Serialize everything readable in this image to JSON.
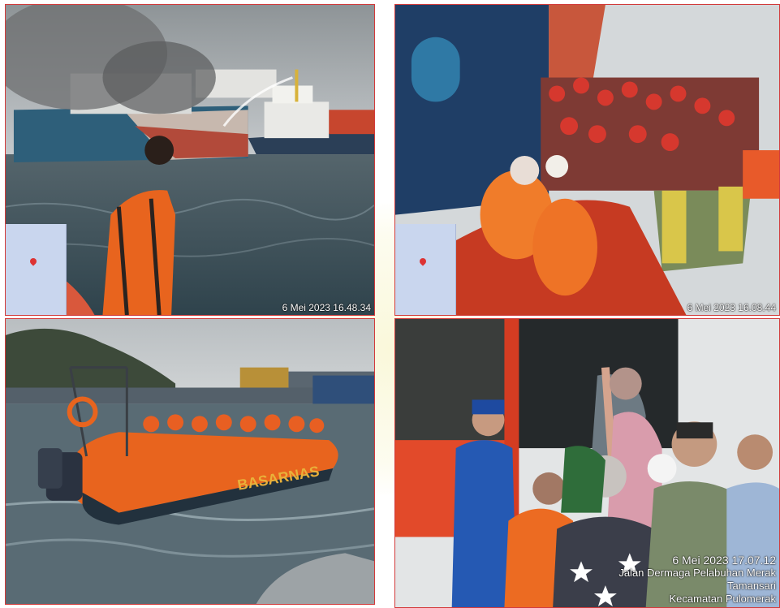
{
  "photos": [
    {
      "id": "ship-fire",
      "timestamp": "6 Mei 2023 16.48.34"
    },
    {
      "id": "passenger-evacuation",
      "timestamp": "6 Mei 2023 16.08.44"
    },
    {
      "id": "rescue-boat",
      "boat_label": "BASARNAS"
    },
    {
      "id": "truck-unloading",
      "timestamp": "6 Mei 2023 17.07.12",
      "location_lines": [
        "Jalan Dermaga Pelabuhan Merak",
        "Tamansari",
        "Kecamatan Pulomerak"
      ]
    }
  ],
  "colors": {
    "border": "#d23a3a",
    "rescue_orange": "#e8641e",
    "sea": "#3b5360"
  }
}
